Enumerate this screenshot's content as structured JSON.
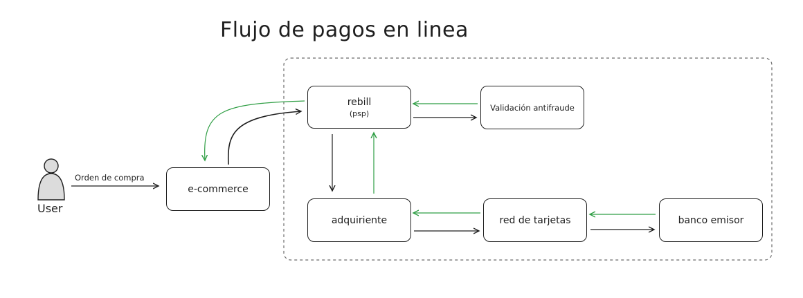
{
  "title": "Flujo de pagos en linea",
  "actor": {
    "label": "User"
  },
  "edge_labels": {
    "order": "Orden de compra"
  },
  "nodes": {
    "ecommerce": {
      "label": "e-commerce"
    },
    "rebill": {
      "label": "rebill",
      "sub": "(psp)"
    },
    "antifraude": {
      "label": "Validación antifraude"
    },
    "adquiriente": {
      "label": "adquiriente"
    },
    "red": {
      "label": "red de tarjetas"
    },
    "banco": {
      "label": "banco emisor"
    }
  },
  "colors": {
    "stroke": "#1e1e1e",
    "return_arrow": "#2f9e44",
    "user_fill": "#dcdcdc",
    "boundary": "#6b6b6b"
  }
}
